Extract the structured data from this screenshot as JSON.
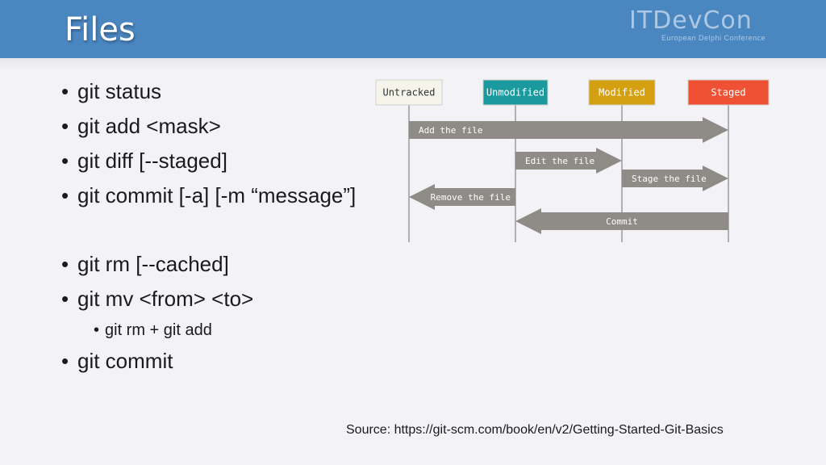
{
  "slide": {
    "title": "Files",
    "logo": {
      "main": "ITDevCon",
      "sub": "European Delphi Conference"
    },
    "bullets": [
      "git status",
      "git add <mask>",
      "git diff [--staged]",
      "git commit [-a] [-m “message”]",
      "git rm [--cached]",
      "git mv <from> <to>",
      "git commit"
    ],
    "sub_bullet": "git rm + git add",
    "source": "Source: https://git-scm.com/book/en/v2/Getting-Started-Git-Basics"
  },
  "diagram": {
    "states": [
      {
        "label": "Untracked",
        "color": "#f4f4ea",
        "text_color": "#333333"
      },
      {
        "label": "Unmodified",
        "color": "#1a9a9e",
        "text_color": "#ffffff"
      },
      {
        "label": "Modified",
        "color": "#d4a012",
        "text_color": "#ffffff"
      },
      {
        "label": "Staged",
        "color": "#f05033",
        "text_color": "#ffffff"
      }
    ],
    "arrows": [
      {
        "label": "Add the file",
        "from": 0,
        "to": 3
      },
      {
        "label": "Edit the file",
        "from": 1,
        "to": 2
      },
      {
        "label": "Stage the file",
        "from": 2,
        "to": 3
      },
      {
        "label": "Remove the file",
        "from": 1,
        "to": 0
      },
      {
        "label": "Commit",
        "from": 3,
        "to": 1
      }
    ],
    "arrow_color": "#8f8b86",
    "line_color": "#999999"
  },
  "colors": {
    "header": "#4a86c0",
    "background": "#f3f3f7"
  }
}
